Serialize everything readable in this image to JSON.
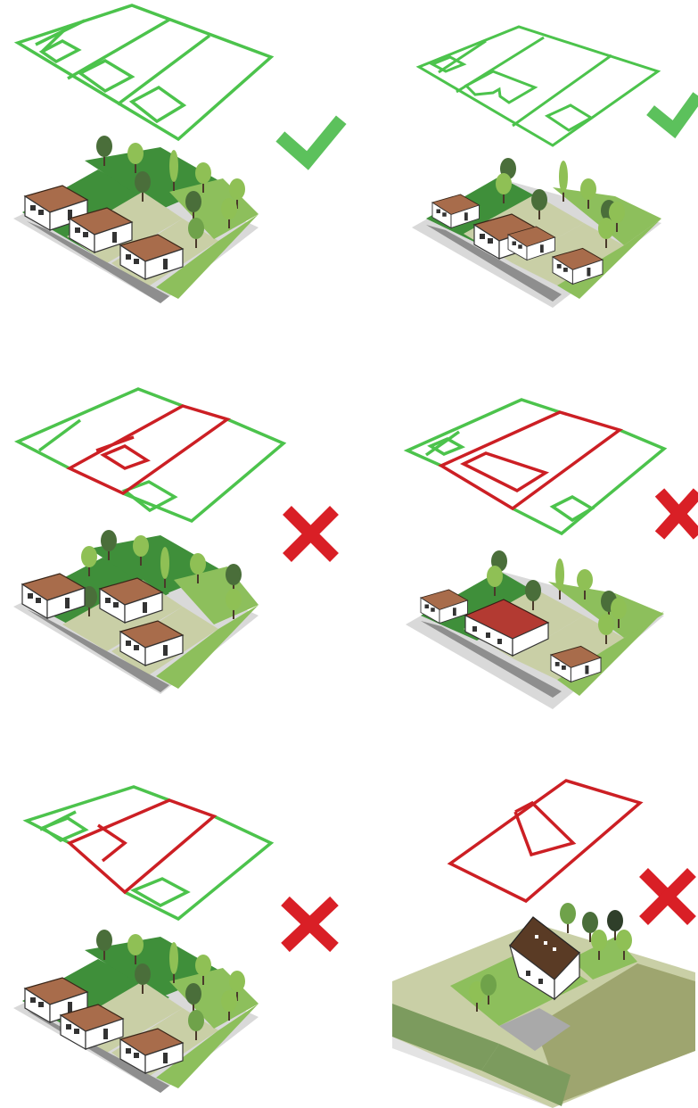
{
  "colors": {
    "ok_outline": "#4cc34c",
    "bad_outline": "#cc1f24",
    "check": "#5cc15c",
    "cross": "#d91f26",
    "grass_dark": "#3f8f3a",
    "grass_light": "#8dbf5c",
    "yard_beige": "#c9cfa6",
    "road": "#8e8e8e",
    "ground_shadow": "#d9d9d9",
    "roof_brown": "#a86c4b",
    "roof_red": "#b33a32",
    "wall": "#ffffff",
    "tree_dark": "#4a6e3a",
    "tree_light": "#8fc055",
    "tree_mid": "#6fa24a",
    "field_olive": "#9ea56f"
  },
  "panels": [
    {
      "name": "panel-1",
      "verdict": "acceptable",
      "indicator_icon": "check-icon"
    },
    {
      "name": "panel-2",
      "verdict": "acceptable",
      "indicator_icon": "check-icon"
    },
    {
      "name": "panel-3",
      "verdict": "unacceptable",
      "indicator_icon": "cross-icon"
    },
    {
      "name": "panel-4",
      "verdict": "unacceptable",
      "indicator_icon": "cross-icon"
    },
    {
      "name": "panel-5",
      "verdict": "unacceptable",
      "indicator_icon": "cross-icon"
    },
    {
      "name": "panel-6",
      "verdict": "unacceptable",
      "indicator_icon": "cross-icon"
    }
  ]
}
